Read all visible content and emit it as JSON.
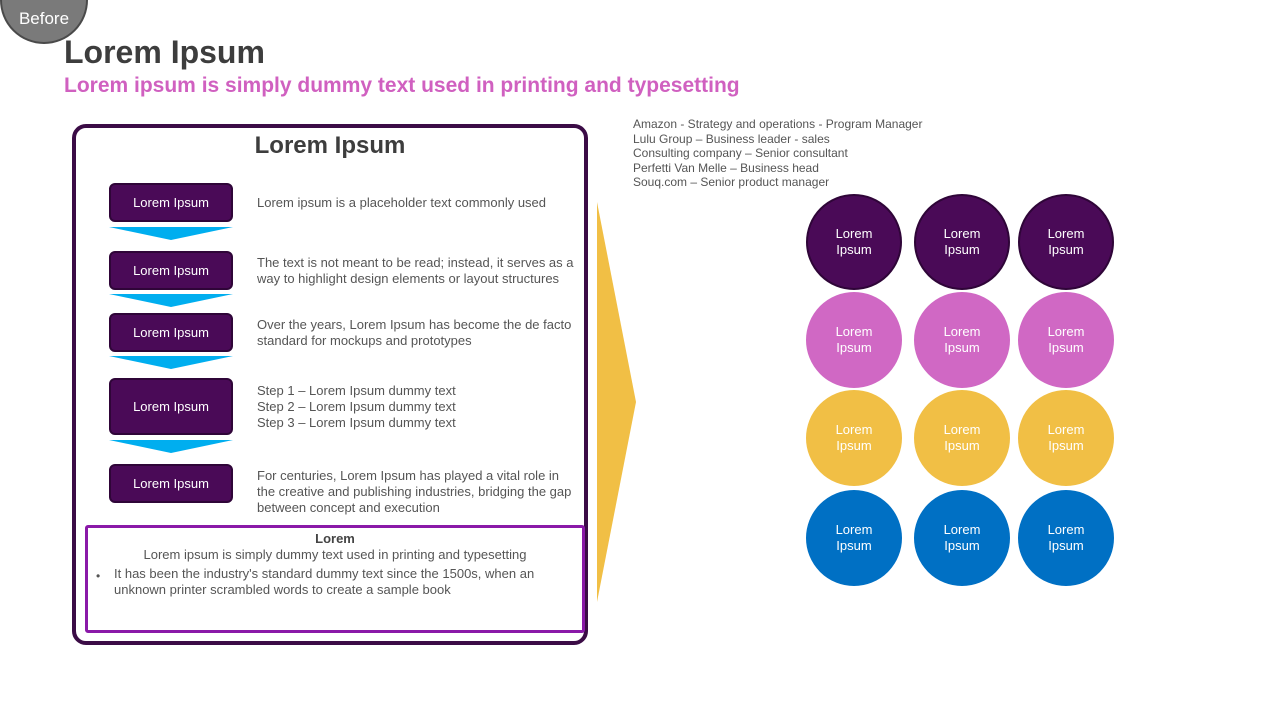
{
  "badge": {
    "label": "Before"
  },
  "header": {
    "title": "Lorem Ipsum",
    "subtitle": "Lorem ipsum is simply dummy text used in printing and typesetting"
  },
  "panel": {
    "title": "Lorem Ipsum",
    "steps": [
      {
        "label": "Lorem Ipsum",
        "text": "Lorem ipsum is a placeholder text commonly used"
      },
      {
        "label": "Lorem Ipsum",
        "text": "The text is not meant to be read; instead, it serves as a way to highlight design elements or layout structures"
      },
      {
        "label": "Lorem Ipsum",
        "text": "Over the years, Lorem Ipsum has become the de facto standard for mockups and prototypes"
      },
      {
        "label": "Lorem Ipsum",
        "lines": [
          "Step 1 – Lorem Ipsum dummy text",
          "Step 2 – Lorem Ipsum dummy text",
          "Step 3 – Lorem Ipsum dummy text"
        ]
      },
      {
        "label": "Lorem Ipsum",
        "text": "For centuries, Lorem Ipsum has played a vital role in the creative and publishing industries, bridging the gap between concept and execution"
      }
    ],
    "note": {
      "title": "Lorem",
      "subtitle": "Lorem ipsum is simply dummy text used in printing and typesetting",
      "bullet_marker": "•",
      "bullet": "It has been the industry's standard dummy text since the 1500s, when an unknown printer scrambled words to create a sample book"
    }
  },
  "experience": [
    "Amazon - Strategy and operations - Program Manager",
    "Lulu Group – Business leader - sales",
    "Consulting company – Senior consultant",
    "Perfetti Van Melle – Business head",
    "Souq.com – Senior product manager"
  ],
  "grid": {
    "rows": [
      {
        "color": "#4a0a57",
        "border": "#2f0538",
        "labels": [
          "Lorem\nIpsum",
          "Lorem\nIpsum",
          "Lorem\nIpsum"
        ]
      },
      {
        "color": "#d068c4",
        "border": "#d068c4",
        "labels": [
          "Lorem\nIpsum",
          "Lorem\nIpsum",
          "Lorem\nIpsum"
        ]
      },
      {
        "color": "#f1bf45",
        "border": "#f1bf45",
        "labels": [
          "Lorem\nIpsum",
          "Lorem\nIpsum",
          "Lorem\nIpsum"
        ]
      },
      {
        "color": "#0070c4",
        "border": "#0070c4",
        "labels": [
          "Lorem\nIpsum",
          "Lorem\nIpsum",
          "Lorem\nIpsum"
        ]
      }
    ]
  },
  "colors": {
    "panel_border": "#3b0c46",
    "step_fill": "#4a0a57",
    "step_arrow": "#00aeef",
    "note_border": "#8a19a8",
    "subtitle": "#d060c0",
    "flow_arrow": "#f1bf45"
  }
}
